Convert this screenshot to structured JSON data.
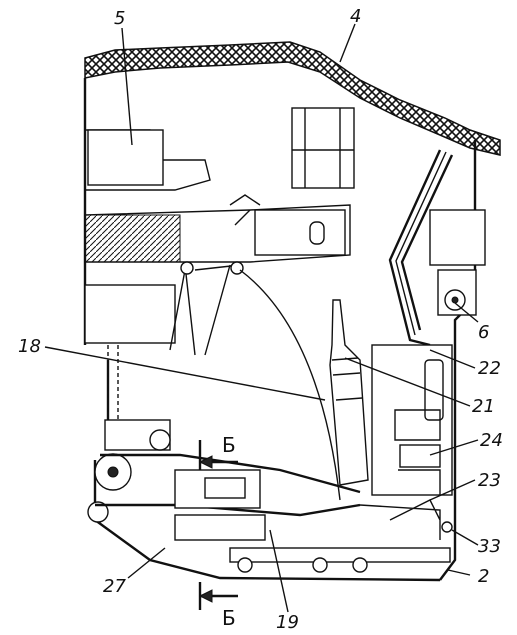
{
  "callouts": {
    "c5": "5",
    "c4": "4",
    "c6": "6",
    "c18": "18",
    "c22": "22",
    "c21": "21",
    "c24": "24",
    "c23": "23",
    "c33": "33",
    "c2": "2",
    "c27": "27",
    "c19": "19"
  },
  "section_marks": {
    "top": "Б",
    "bottom": "Б"
  }
}
